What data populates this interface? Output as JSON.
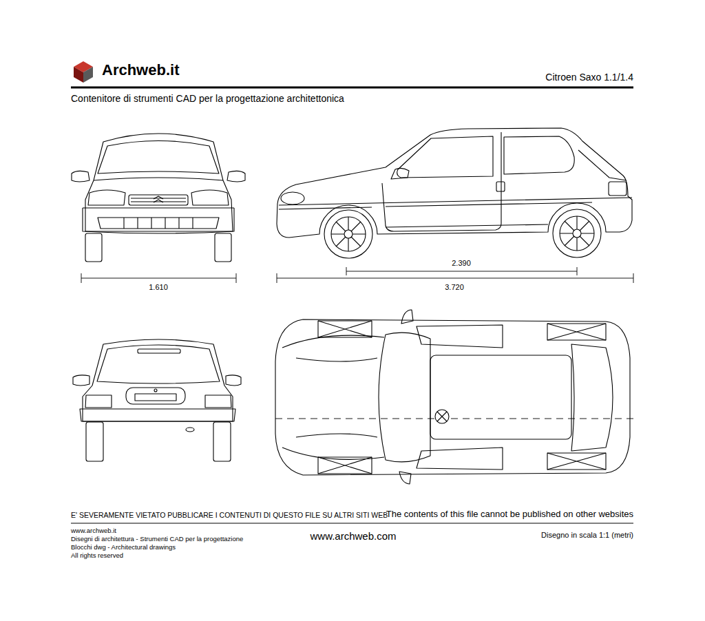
{
  "diagram": {
    "title": "Citroen Saxo 1.1/1.4",
    "labels": [
      "Archweb.it",
      "Contenitore di strumenti CAD per la progettazione architettonica",
      "1.610",
      "2.390",
      "3.720",
      "E' SEVERAMENTE VIETATO PUBBLICARE I CONTENUTI DI QUESTO FILE SU ALTRI SITI WEB",
      "The contents of this file cannot be published on other websites",
      "www.archweb.it",
      "Disegni di architettura - Strumenti CAD per la progettazione",
      "Blocchi dwg - Architectural drawings",
      "All rights reserved",
      "www.archweb.com",
      "Disegno in scala 1:1 (metri)"
    ]
  }
}
